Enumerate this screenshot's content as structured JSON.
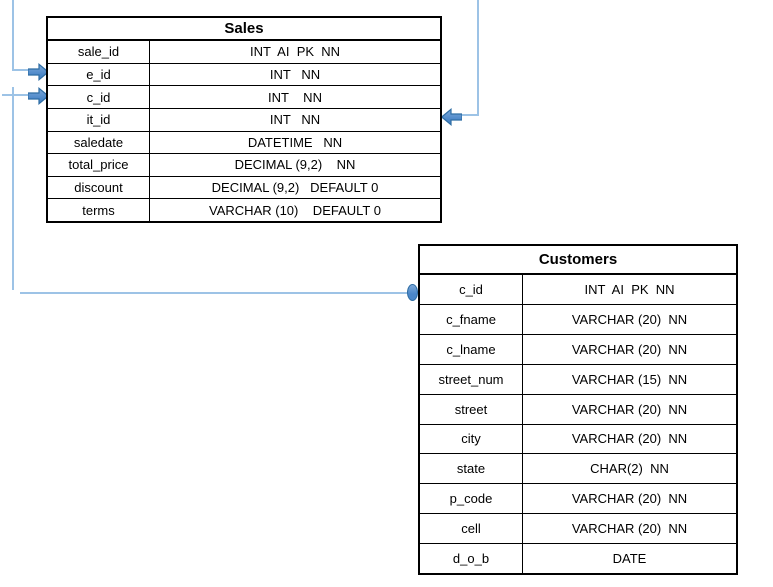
{
  "palette": {
    "connector_line": "#9dc3e6",
    "arrow_fill": "#4a86c8",
    "arrow_fill_light": "#7ea9d9",
    "arrow_stroke": "#2e6da4",
    "table_border": "#000000"
  },
  "tables": {
    "sales": {
      "title": "Sales",
      "rows": [
        {
          "field": "sale_id",
          "type": "INT  AI  PK  NN"
        },
        {
          "field": "e_id",
          "type": "INT   NN"
        },
        {
          "field": "c_id",
          "type": "INT    NN"
        },
        {
          "field": "it_id",
          "type": "INT   NN"
        },
        {
          "field": "saledate",
          "type": "DATETIME   NN"
        },
        {
          "field": "total_price",
          "type": "DECIMAL (9,2)    NN"
        },
        {
          "field": "discount",
          "type": "DECIMAL (9,2)   DEFAULT 0"
        },
        {
          "field": "terms",
          "type": "VARCHAR (10)    DEFAULT 0"
        }
      ]
    },
    "customers": {
      "title": "Customers",
      "rows": [
        {
          "field": "c_id",
          "type": "INT  AI  PK  NN"
        },
        {
          "field": "c_fname",
          "type": "VARCHAR (20)  NN"
        },
        {
          "field": "c_lname",
          "type": "VARCHAR (20)  NN"
        },
        {
          "field": "street_num",
          "type": "VARCHAR (15)  NN"
        },
        {
          "field": "street",
          "type": "VARCHAR (20)  NN"
        },
        {
          "field": "city",
          "type": "VARCHAR (20)  NN"
        },
        {
          "field": "state",
          "type": "CHAR(2)  NN"
        },
        {
          "field": "p_code",
          "type": "VARCHAR (20)  NN"
        },
        {
          "field": "cell",
          "type": "VARCHAR (20)  NN"
        },
        {
          "field": "d_o_b",
          "type": "DATE"
        }
      ]
    }
  },
  "connectors": {
    "e_id_arrow": "foreign-key-arrow-into-sales-e_id",
    "c_id_arrow": "foreign-key-arrow-into-sales-c_id",
    "it_id_arrow": "foreign-key-arrow-into-sales-it_id",
    "customers_c_id_dot": "relationship-endpoint-at-customers-c_id"
  }
}
